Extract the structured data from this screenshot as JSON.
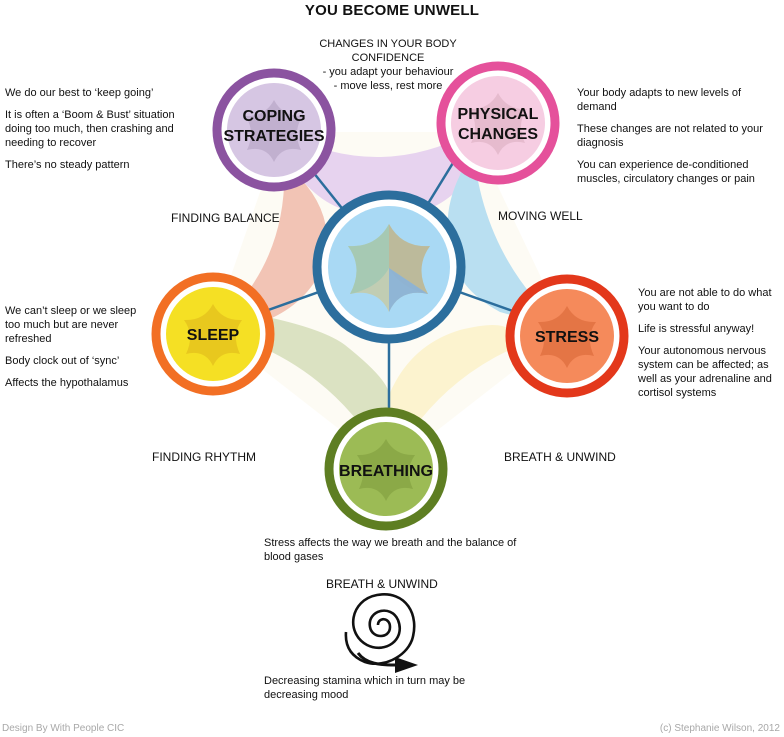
{
  "title": "YOU BECOME UNWELL",
  "nodes": {
    "coping": {
      "label_line1": "COPING",
      "label_line2": "STRATEGIES",
      "ring_color": "#8b53a0",
      "fill_color": "#d6c6e3"
    },
    "physical": {
      "label_line1": "PHYSICAL",
      "label_line2": "CHANGES",
      "ring_color": "#e5519b",
      "fill_color": "#f6cde2"
    },
    "stress": {
      "label": "STRESS",
      "ring_color": "#e3381b",
      "fill_color": "#f58a5b"
    },
    "breathing": {
      "label": "BREATHING",
      "ring_color": "#5e7e22",
      "fill_color": "#9cbb55"
    },
    "sleep": {
      "label": "SLEEP",
      "ring_color": "#f26f24",
      "fill_color": "#f5e024"
    },
    "center": {
      "ring_color": "#2c6e9d",
      "fill_color": "#a9d9f4"
    }
  },
  "section_labels": {
    "finding_balance": "FINDING BALANCE",
    "moving_well": "MOVING WELL",
    "finding_rhythm": "FINDING RHYTHM",
    "breath_unwind_right": "BREATH & UNWIND",
    "breath_unwind_bottom": "BREATH & UNWIND"
  },
  "notes": {
    "top": [
      "CHANGES IN YOUR BODY",
      "CONFIDENCE",
      "- you adapt your behaviour",
      "- move less, rest more"
    ],
    "coping": [
      "We do our best to ‘keep going’",
      "It is often a ‘Boom & Bust’ situation doing too much, then crashing and needing to recover",
      "There’s no steady pattern"
    ],
    "physical": [
      "Your body adapts to new levels of demand",
      "These changes are not related to your diagnosis",
      "You can experience de-conditioned muscles, circulatory changes or pain"
    ],
    "stress": [
      "You are not able to do what you want to do",
      "Life is stressful anyway!",
      "Your autonomous nervous system can be affected; as well as your adrenaline and cortisol systems"
    ],
    "sleep": [
      "We can’t sleep or we sleep too much but are never refreshed",
      "Body clock out of ‘sync’",
      "Affects the hypothalamus"
    ],
    "breathing": "Stress affects the way we breath and the balance of blood gases",
    "bottom": "Decreasing stamina which in turn may be decreasing mood"
  },
  "footer": {
    "left": "Design By With People CIC",
    "right": "(c) Stephanie Wilson, 2012"
  }
}
